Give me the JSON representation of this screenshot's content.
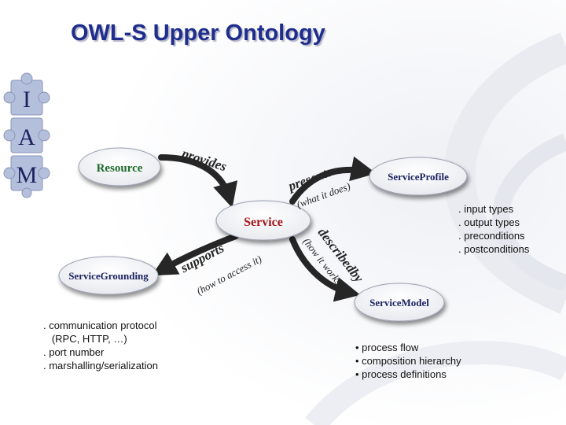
{
  "title": "OWL-S Upper Ontology",
  "logo_letters": [
    "I",
    "A",
    "M"
  ],
  "nodes": {
    "resource": "Resource",
    "service": "Service",
    "profile": "ServiceProfile",
    "grounding": "ServiceGrounding",
    "model": "ServiceModel"
  },
  "edges": {
    "provides": "provides",
    "presents": "presents",
    "what_it_does": "(what it does)",
    "supports": "supports",
    "how_to_access": "(how to access it)",
    "described_by": "describedby",
    "how_it_works": "(how it works)"
  },
  "profile_notes": [
    ". input types",
    ". output types",
    ". preconditions",
    ". postconditions"
  ],
  "grounding_notes": [
    ". communication protocol",
    "   (RPC, HTTP, …)",
    ". port number",
    ". marshalling/serialization"
  ],
  "model_notes": [
    "• process flow",
    "• composition hierarchy",
    "• process definitions"
  ],
  "colors": {
    "title": "#1f2d8c",
    "resource_text": "#1f6b2a",
    "service_text": "#a4161a",
    "node_text": "#1c2360",
    "arrow": "#262626",
    "puzzle": "#b4bfdc"
  }
}
